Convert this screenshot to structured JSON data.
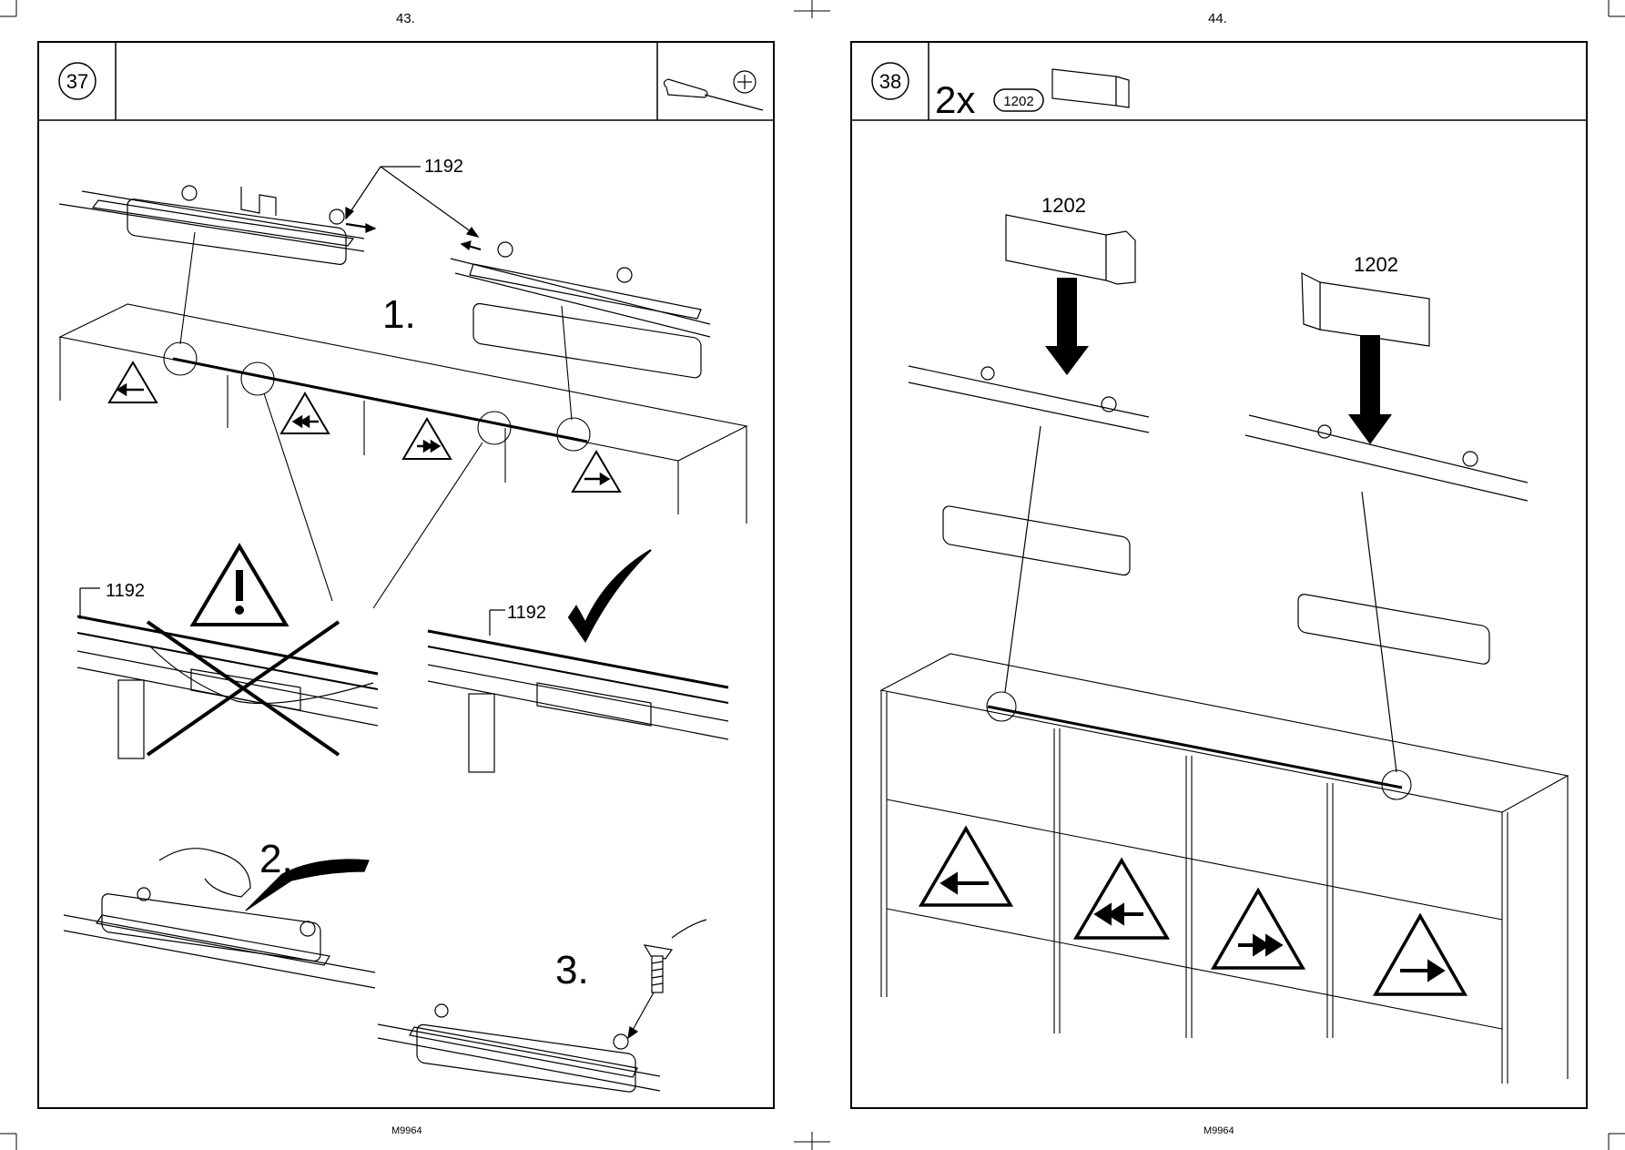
{
  "left_page": {
    "page_number": "43.",
    "step_number": "37",
    "tool_icon": "screwdriver-phillips-icon",
    "callout_part": "1192",
    "steps": [
      "1.",
      "2.",
      "3."
    ],
    "wrong_label_part": "1192",
    "right_label_part": "1192",
    "footer_code": "M9964"
  },
  "right_page": {
    "page_number": "44.",
    "step_number": "38",
    "quantity": "2x",
    "part_badge": "1202",
    "part_label_a": "1202",
    "part_label_b": "1202",
    "footer_code": "M9964"
  }
}
